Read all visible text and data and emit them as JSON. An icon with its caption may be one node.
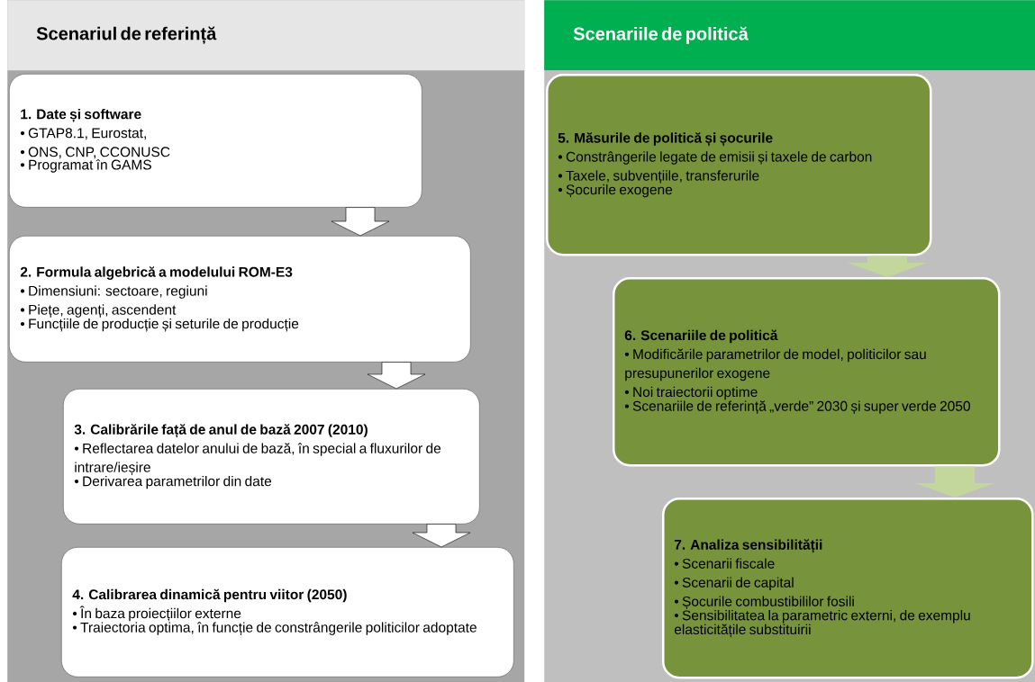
{
  "diagram": {
    "nodes": [
      {
        "text": [
          "Scenariul de referință"
        ]
      },
      {
        "text": [
          "1. Date și software",
          "• GTAP8.1, Eurostat,",
          "• ONS, CNP, CCONUSC",
          "• Programat în GAMS"
        ],
        "in": 0
      },
      {
        "text": [
          "2. Formula algebrică a modelului ROM-E3",
          "• Dimensiuni: sectoare, regiuni",
          "• Piețe, agenți, ascendent",
          "• Funcțiile de producție și seturile de producție"
        ],
        "in": 0
      },
      {
        "text": [
          "3. Calibrările față de anul de bază 2007 (2010)",
          "• Reflectarea datelor anului de bază, în special a fluxurilor de intrare/ieșire",
          "• Derivarea parametrilor din date"
        ],
        "in": 0
      },
      {
        "text": [
          "4. Calibrarea dinamică pentru viitor (2050)",
          "• În baza proiecțiilor externe",
          "• Traiectoria optima, în funcție de constrângerile politicilor adoptate"
        ],
        "in": 0
      },
      {
        "text": [
          "Scenariile de politică"
        ]
      },
      {
        "text": [
          "5. Măsurile de politică și șocurile",
          "• Constrângerile legate de emisii și taxele de carbon",
          "• Taxele, subvențiile, transferurile",
          "• Șocurile exogene"
        ],
        "in": 5
      },
      {
        "text": [
          "6. Scenariile de politică",
          "• Modificările parametrilor de model, politicilor sau presupunerilor exogene",
          "• Noi traiectorii optime",
          "• Scenariile de referință „verde” 2030 și super verde 2050"
        ],
        "in": 5
      },
      {
        "text": [
          "7. Analiza sensibilității",
          "• Scenarii fiscale",
          "• Scenarii de capital",
          "• Șocurile combustibililor fosili",
          "• Sensibilitatea la parametric externi, de exemplu elasticitățile substituirii"
        ],
        "in": 5
      }
    ],
    "edges": [
      {
        "from": 1,
        "to": 2,
        "arrow": "to"
      },
      {
        "from": 2,
        "to": 3,
        "arrow": "to"
      },
      {
        "from": 3,
        "to": 4,
        "arrow": "to"
      },
      {
        "from": 6,
        "to": 7,
        "arrow": "to",
        "color": "#c3d69b"
      },
      {
        "from": 7,
        "to": 8,
        "arrow": "to",
        "color": "#c3d69b"
      }
    ]
  }
}
